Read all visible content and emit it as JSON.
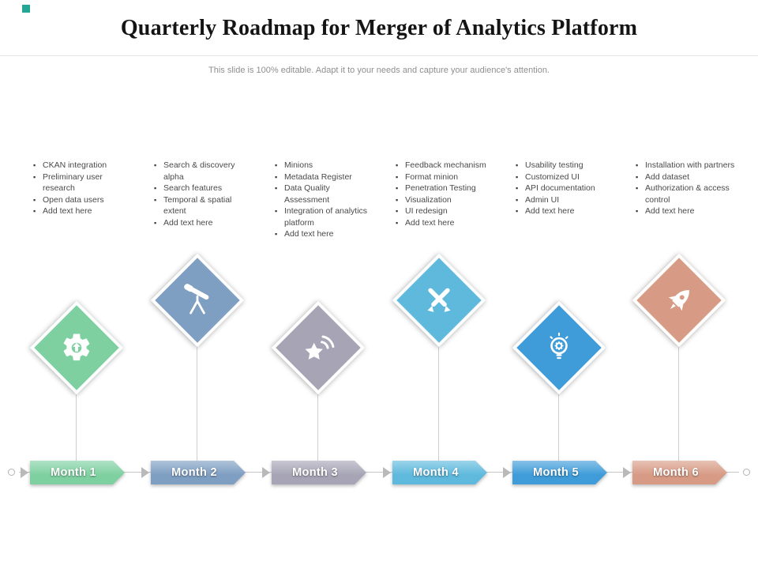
{
  "decor": {
    "corner_square_color": "#26a695"
  },
  "header": {
    "title": "Quarterly Roadmap for Merger of Analytics Platform",
    "subtitle": "This slide is 100% editable. Adapt it to your needs and capture your audience's attention."
  },
  "timeline": {
    "line_color": "#c6c6c6"
  },
  "months": [
    {
      "label": "Month 1",
      "color": "#7fd0a1",
      "icon": "gear-upload",
      "bullets": [
        "CKAN integration",
        "Preliminary user research",
        "Open data users",
        "Add text here"
      ]
    },
    {
      "label": "Month 2",
      "color": "#7e9ec2",
      "icon": "telescope",
      "bullets": [
        "Search & discovery alpha",
        "Search features",
        "Temporal & spatial extent",
        "Add text here"
      ]
    },
    {
      "label": "Month 3",
      "color": "#a7a5b5",
      "icon": "star-signal",
      "bullets": [
        "Minions",
        "Metadata Register",
        "Data Quality Assessment",
        "Integration of analytics platform",
        "Add text here"
      ]
    },
    {
      "label": "Month 4",
      "color": "#5eb9dd",
      "icon": "pencil-ruler",
      "bullets": [
        "Feedback mechanism",
        "Format minion",
        "Penetration Testing",
        "Visualization",
        "UI redesign",
        "Add text here"
      ]
    },
    {
      "label": "Month 5",
      "color": "#3f9cd9",
      "icon": "lightbulb-gear",
      "bullets": [
        "Usability testing",
        "Customized UI",
        "API documentation",
        "Admin UI",
        "Add text here"
      ]
    },
    {
      "label": "Month 6",
      "color": "#d79b85",
      "icon": "rocket",
      "bullets": [
        "Installation with partners",
        "Add dataset",
        "Authorization & access control",
        "Add text here"
      ]
    }
  ]
}
